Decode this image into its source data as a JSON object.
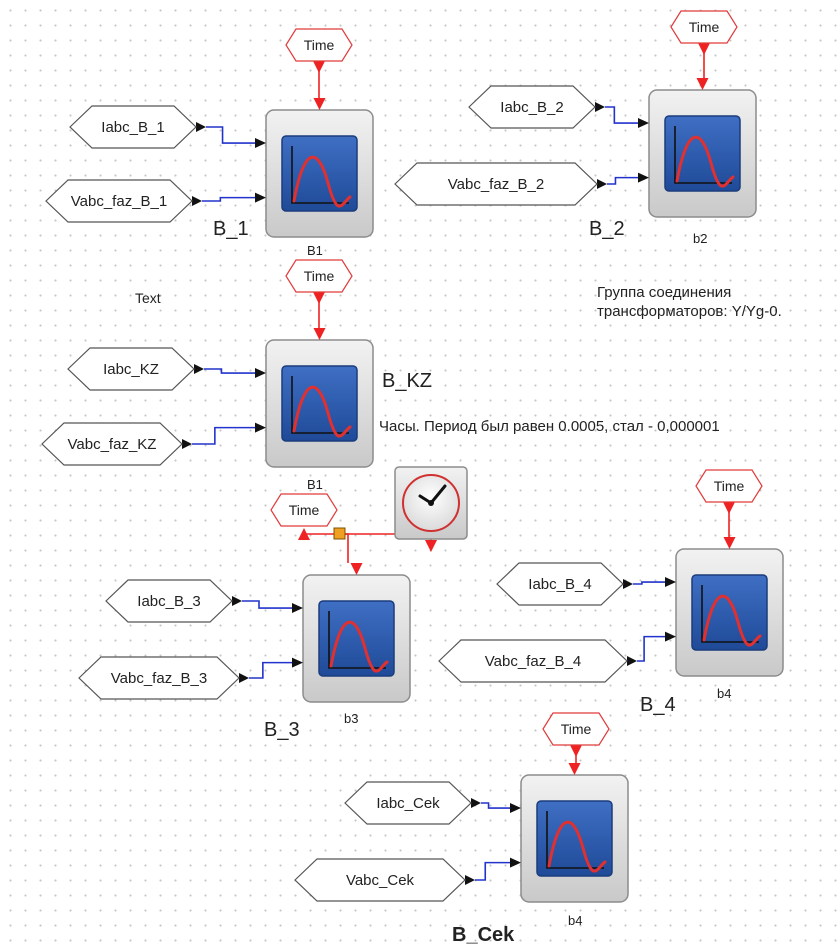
{
  "colors": {
    "link_blue": "#2233cc",
    "link_red": "#ee2222",
    "block_border": "#8c8c8c",
    "scope_screen": "#2b56a8",
    "tag_border": "#555555",
    "clock_tag_border": "#e23b3b"
  },
  "icons": {
    "scope": "scope-block-icon",
    "clock": "clock-icon"
  },
  "blocks": [
    {
      "id": "b1",
      "title": "B_1",
      "sublabel": "B1",
      "clock_tag": "Time",
      "inputs": [
        {
          "label": "Iabc_B_1"
        },
        {
          "label": "Vabc_faz_B_1"
        }
      ]
    },
    {
      "id": "b2",
      "title": "B_2",
      "sublabel": "b2",
      "clock_tag": "Time",
      "inputs": [
        {
          "label": "Iabc_B_2"
        },
        {
          "label": "Vabc_faz_B_2"
        }
      ]
    },
    {
      "id": "bkz",
      "title": "B_KZ",
      "sublabel": "B1",
      "clock_tag": "Time",
      "inputs": [
        {
          "label": "Iabc_KZ"
        },
        {
          "label": "Vabc_faz_KZ"
        }
      ]
    },
    {
      "id": "b3",
      "title": "B_3",
      "sublabel": "b3",
      "clock_tag": "Time",
      "inputs": [
        {
          "label": "Iabc_B_3"
        },
        {
          "label": "Vabc_faz_B_3"
        }
      ]
    },
    {
      "id": "b4",
      "title": "B_4",
      "sublabel": "b4",
      "clock_tag": "Time",
      "inputs": [
        {
          "label": "Iabc_B_4"
        },
        {
          "label": "Vabc_faz_B_4"
        }
      ]
    },
    {
      "id": "bcek",
      "title": "B_Cek",
      "sublabel": "b4",
      "clock_tag": "Time",
      "inputs": [
        {
          "label": "Iabc_Cek"
        },
        {
          "label": "Vabc_Cek"
        }
      ]
    }
  ],
  "notes": {
    "text": "Text",
    "group_note": "Группа соединения трансформаторов: Y/Yg-0.",
    "clock_note": "Часы. Период был равен 0.0005, стал - 0,000001"
  }
}
